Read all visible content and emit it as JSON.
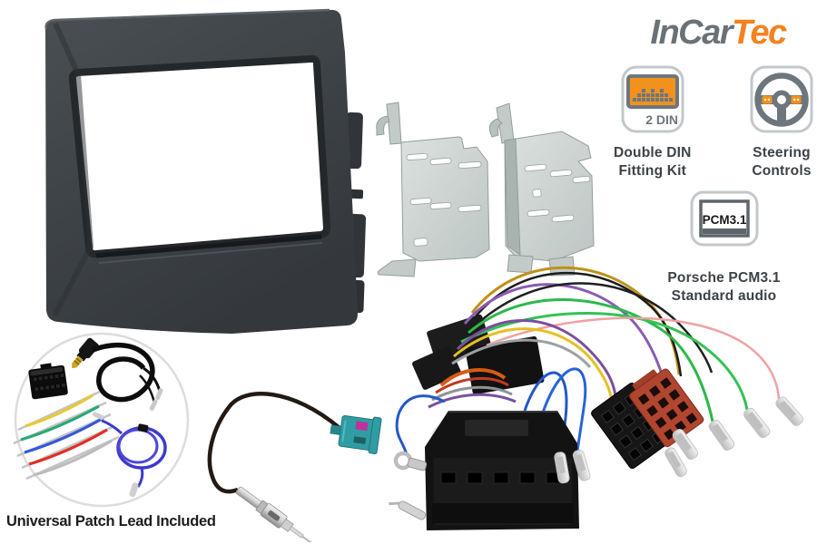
{
  "brand": {
    "name_grey": "InCar",
    "name_orange": "Tec"
  },
  "features": {
    "double_din": {
      "badge": "2 DIN",
      "line1": "Double DIN",
      "line2": "Fitting Kit"
    },
    "steering": {
      "line1": "Steering",
      "line2": "Controls"
    },
    "pcm": {
      "badge": "PCM3.1",
      "line1": "Porsche PCM3.1",
      "line2": "Standard audio"
    }
  },
  "caption": {
    "patch_lead": "Universal Patch Lead Included"
  },
  "colors": {
    "accent_orange": "#f5821f",
    "icon_grey": "#6d767c",
    "icon_border_grey": "#c2c8cb",
    "text_dark": "#3d4247",
    "fascia_charcoal": "#3e4347",
    "bracket_silver": "#ccd3d1",
    "fakra_teal": "#2f9da3",
    "fakra_magenta": "#c03098",
    "iso_red": "#b2452f",
    "wire_yellow": "#e6c020",
    "wire_purple": "#8a5bb5",
    "wire_green": "#2db84b",
    "wire_pink": "#f0a2a2",
    "wire_blue": "#2458c8"
  }
}
